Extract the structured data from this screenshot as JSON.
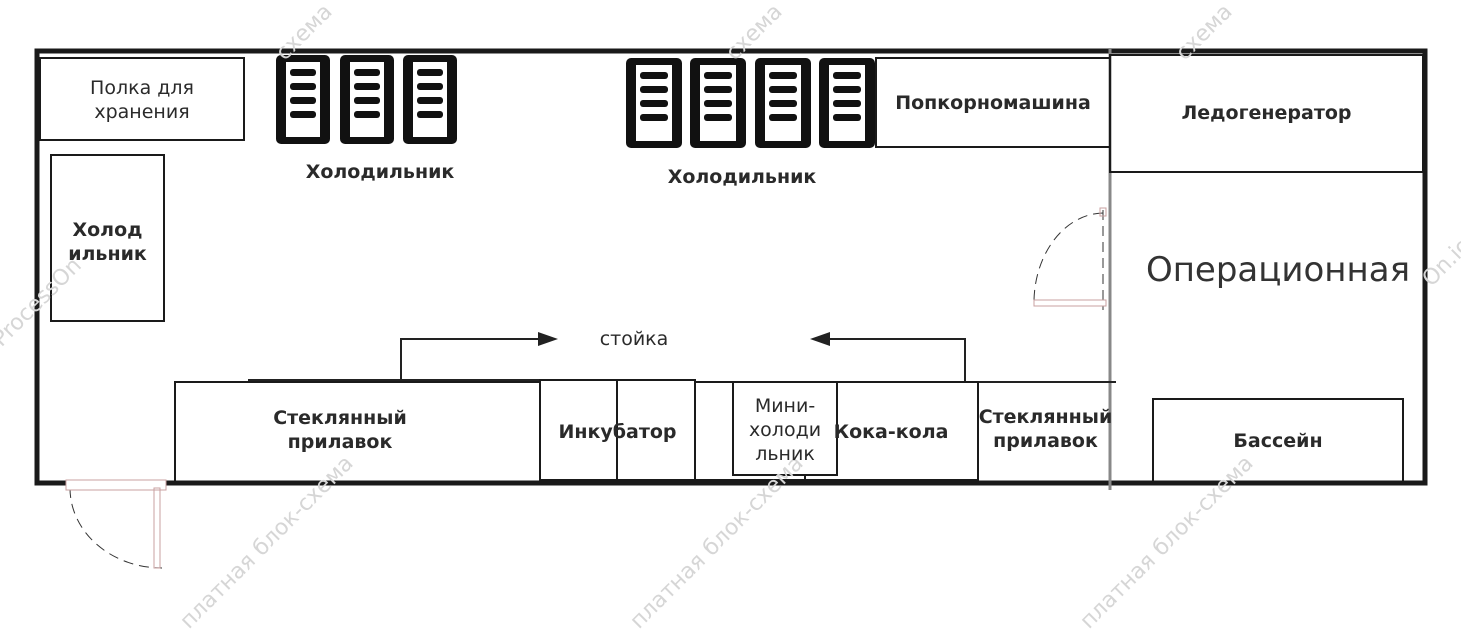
{
  "labels": {
    "storage_shelf": "Полка для\nхранения",
    "fridge_left": "Холод\nильник",
    "fridge_top_1": "Холодильник",
    "fridge_top_2": "Холодильник",
    "popcorn": "Попкорномашина",
    "ice_maker": "Ледогенератор",
    "operating_room": "Операционная",
    "counter": "стойка",
    "glass_counter_1": "Стеклянный\nприлавок",
    "incubator": "Инкубатор",
    "mini_fridge": "Мини-\nхолоди\nльник",
    "coca_cola": "Кока-кола",
    "glass_counter_2": "Стеклянный\nприлавок",
    "pool": "Бассейн"
  },
  "watermarks": [
    "схема",
    "схема",
    "схема",
    "ProcessOn",
    "On.io",
    "платная блок-схема",
    "платная блок-схема",
    "платная блок-схема"
  ],
  "colors": {
    "wall": "#1a1a1a",
    "fixture": "#222222",
    "door": "#c9a0a0",
    "watermark": "#d6d6d6"
  }
}
